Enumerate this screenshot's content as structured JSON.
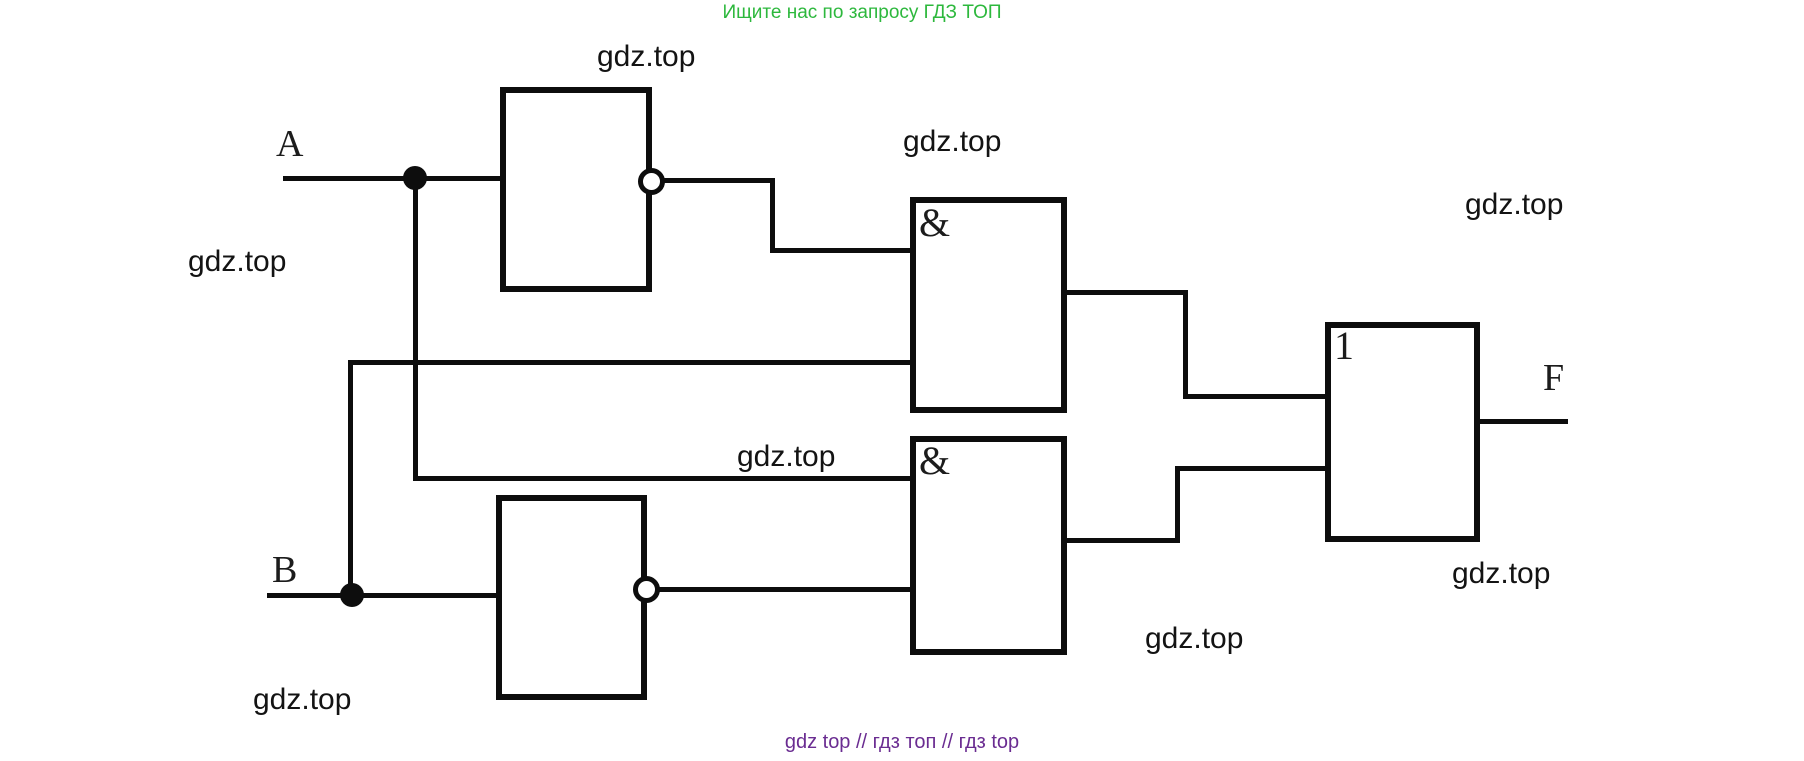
{
  "header": {
    "text": "Ищите нас по запросу ГДЗ ТОП"
  },
  "footer": {
    "text": "gdz top  //  гдз топ  //  гдз top"
  },
  "colors": {
    "green": "#2db83d",
    "purple": "#6a2c91",
    "ink": "#0d0d0d"
  },
  "diagram": {
    "watermark": "gdz.top",
    "labels": {
      "input_a": "A",
      "input_b": "B",
      "output_f": "F"
    },
    "symbols": {
      "and": "&",
      "or": "1"
    }
  }
}
